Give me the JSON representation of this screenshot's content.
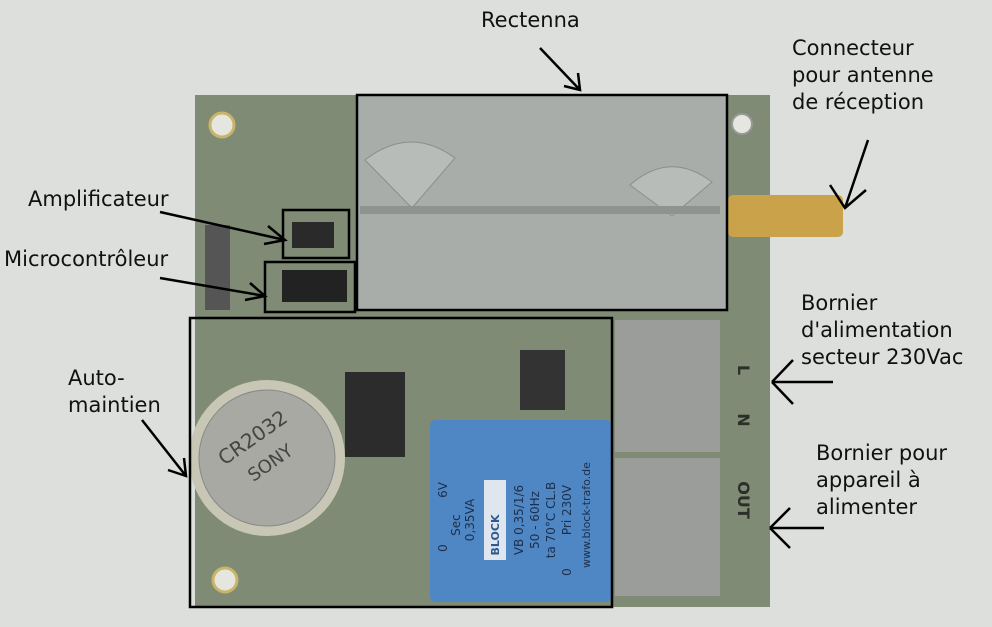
{
  "labels": {
    "rectenna": "Rectenna",
    "connecteur": [
      "Connecteur",
      "pour antenne",
      "de réception"
    ],
    "amplificateur": "Amplificateur",
    "microcontroleur": "Microcontrôleur",
    "auto_maintien": [
      "Auto-",
      "maintien"
    ],
    "bornier_secteur": [
      "Bornier",
      "d'alimentation",
      "secteur 230Vac"
    ],
    "bornier_appareil": [
      "Bornier pour",
      "appareil à",
      "alimenter"
    ]
  },
  "board_markings": {
    "battery": "CR2032",
    "battery_brand": "SONY",
    "transformer_left": [
      "6V",
      "Sec",
      "0,35VA",
      "0"
    ],
    "transformer_brand": "BLOCK",
    "transformer_right": [
      "VB 0,35/1/6",
      "50 - 60Hz",
      "ta 70°C CL.B",
      "Pri 230V",
      "0"
    ],
    "transformer_url": "www.block-trafo.de",
    "terminal_labels": [
      "L",
      "N",
      "OUT"
    ]
  },
  "colors": {
    "board": "#7f8b74",
    "rectenna": "#a9adaa",
    "transformer": "#4f86c4",
    "terminal": "#9a9d9a"
  }
}
